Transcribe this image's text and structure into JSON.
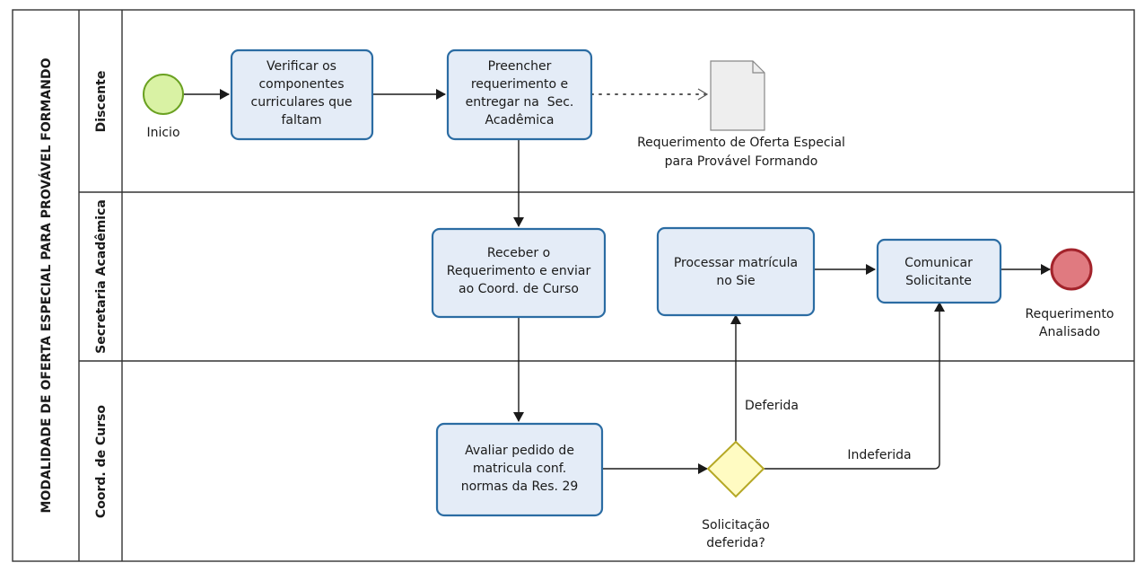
{
  "pool": {
    "title": "MODALIDADE DE OFERTA ESPECIAL PARA PROVÁVEL FORMANDO"
  },
  "lanes": {
    "discente": "Discente",
    "secretaria": "Secretaria Acadêmica",
    "coord": "Coord. de Curso"
  },
  "events": {
    "start": "Inicio",
    "end": [
      "Requerimento",
      "Analisado"
    ]
  },
  "tasks": {
    "verificar": [
      "Verificar os",
      "componentes",
      "curriculares que",
      "faltam"
    ],
    "preencher": [
      "Preencher",
      "requerimento e",
      "entregar na  Sec.",
      "Acadêmica"
    ],
    "receber": [
      "Receber o",
      "Requerimento e enviar",
      "ao Coord. de Curso"
    ],
    "processar": [
      "Processar matrícula",
      "no Sie"
    ],
    "comunicar": [
      "Comunicar",
      "Solicitante"
    ],
    "avaliar": [
      "Avaliar pedido de",
      "matricula conf.",
      "normas da Res. 29"
    ]
  },
  "data_object": {
    "label": [
      "Requerimento de Oferta Especial",
      "para Provável Formando"
    ]
  },
  "gateway": {
    "label": [
      "Solicitação",
      "deferida?"
    ]
  },
  "flows": {
    "deferida": "Deferida",
    "indeferida": "Indeferida"
  },
  "colors": {
    "task_fill": "#e4ecf7",
    "task_stroke": "#2b6ca3",
    "start_fill": "#d9f2a4",
    "start_stroke": "#6aa121",
    "end_fill": "#e07a80",
    "end_stroke": "#a3232b",
    "gateway_fill": "#fffbc2",
    "gateway_stroke": "#b5a825"
  }
}
